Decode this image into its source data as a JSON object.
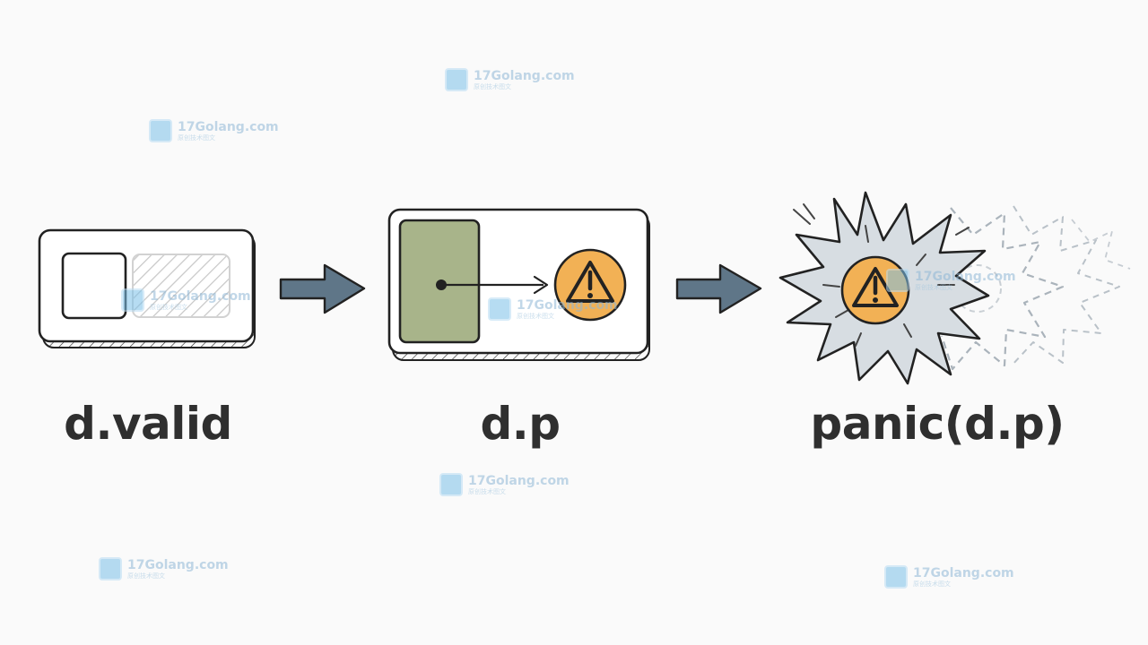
{
  "labels": {
    "step1": "d.valid",
    "step2": "d.p",
    "step3": "panic(d.p)"
  },
  "watermark": {
    "text": "17Golang.com",
    "subtext": "原创技术图文",
    "positions": [
      "top-center",
      "upper-left",
      "over-step-1",
      "over-step-2",
      "over-step-3",
      "bottom-center",
      "bottom-left",
      "bottom-right"
    ]
  },
  "icons": {
    "warning": "warning-triangle-icon",
    "arrow": "right-arrow-icon",
    "burst": "explosion-burst-icon"
  },
  "colors": {
    "arrow_fill": "#5f7688",
    "pointer_box": "#a8b48a",
    "warning_fill": "#f2b155",
    "burst_fill": "#d7dde2",
    "text": "#2f2f2f",
    "outline": "#222222"
  }
}
